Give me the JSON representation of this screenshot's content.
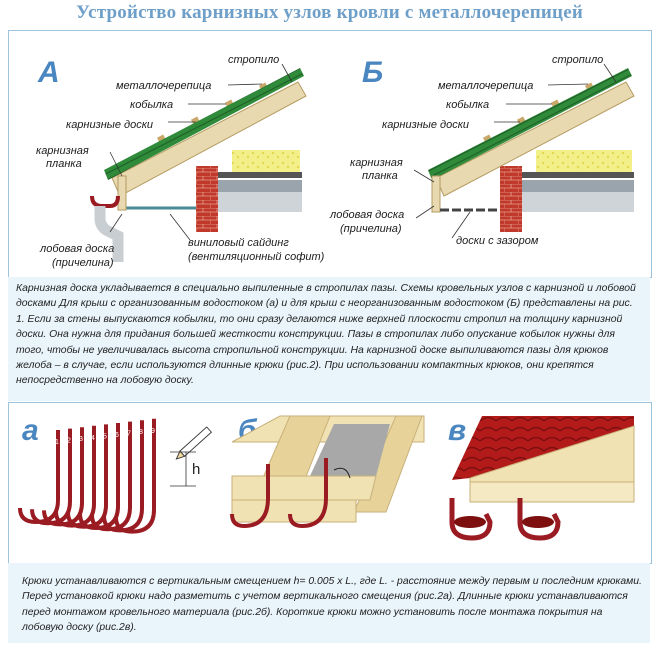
{
  "title": "Устройство карнизных узлов кровли с металлочерепицей",
  "diagram_a": {
    "letter": "А",
    "labels": {
      "rafter": "стропило",
      "metal_tile": "металлочерепица",
      "kobylka": "кобылка",
      "eaves_boards": "карнизные доски",
      "eaves_strip_1": "карнизная",
      "eaves_strip_2": "планка",
      "fascia_1": "лобовая доска",
      "fascia_2": "(причелина)",
      "siding_1": "виниловый сайдинг",
      "siding_2": "(вентиляционный софит)"
    }
  },
  "diagram_b": {
    "letter": "Б",
    "labels": {
      "rafter": "стропило",
      "metal_tile": "металлочерепица",
      "kobylka": "кобылка",
      "eaves_boards": "карнизные доски",
      "eaves_strip_1": "карнизная",
      "eaves_strip_2": "планка",
      "fascia_1": "лобовая доска",
      "fascia_2": "(причелина)",
      "gap_boards": "доски с зазором"
    }
  },
  "text1": "Карнизная доска укладывается в специально выпиленные в стропилах пазы. Схемы кровельных узлов с карнизной и лобовой досками Для крыш с организованным водостоком (а) и для крыш с неорганизованным водостоком (Б) представлены на рис. 1. Если за стены выпускаются кобылки, то они сразу делаются ниже верхней плоскости стропил на толщину карнизной доски. Она нужна для придания большей жесткости конструкции. Пазы в стропилах либо опускание кобылок нужны для того, чтобы не увеличивалась высота стропильной конструкции. На карнизной доске выпиливаются пазы для крюков желоба – в случае, если используются длинные крюки (рис.2). При использовании компактных крюков, они крепятся непосредственно на лобовую доску.",
  "figure_a": {
    "letter": "а",
    "hook_numbers": [
      "1",
      "2",
      "3",
      "4",
      "5",
      "6",
      "7",
      "8",
      "9"
    ],
    "h_label": "h"
  },
  "figure_b": {
    "letter": "б"
  },
  "figure_v": {
    "letter": "в"
  },
  "text2": "Крюки устанавливаются с вертикальным смещением h= 0.005 х L., где  L. - расстояние между первым и последним крюками. Перед установкой крюки надо разметить с учетом вертикального смещения (рис.2а). Длинные крюки устанавливаются перед монтажом кровельного материала (рис.2б). Короткие крюки можно установить после монтажа покрытия на лобовую доску (рис.2в).",
  "colors": {
    "title": "#6e9fc9",
    "letters": "#4a86c0",
    "border": "#9ec3de",
    "text_bg": "#eaf4fb",
    "hook": "#9b1b22",
    "roof_green": "#2f8a3a",
    "wood": "#e8d9b0",
    "brick": "#c0392b"
  }
}
